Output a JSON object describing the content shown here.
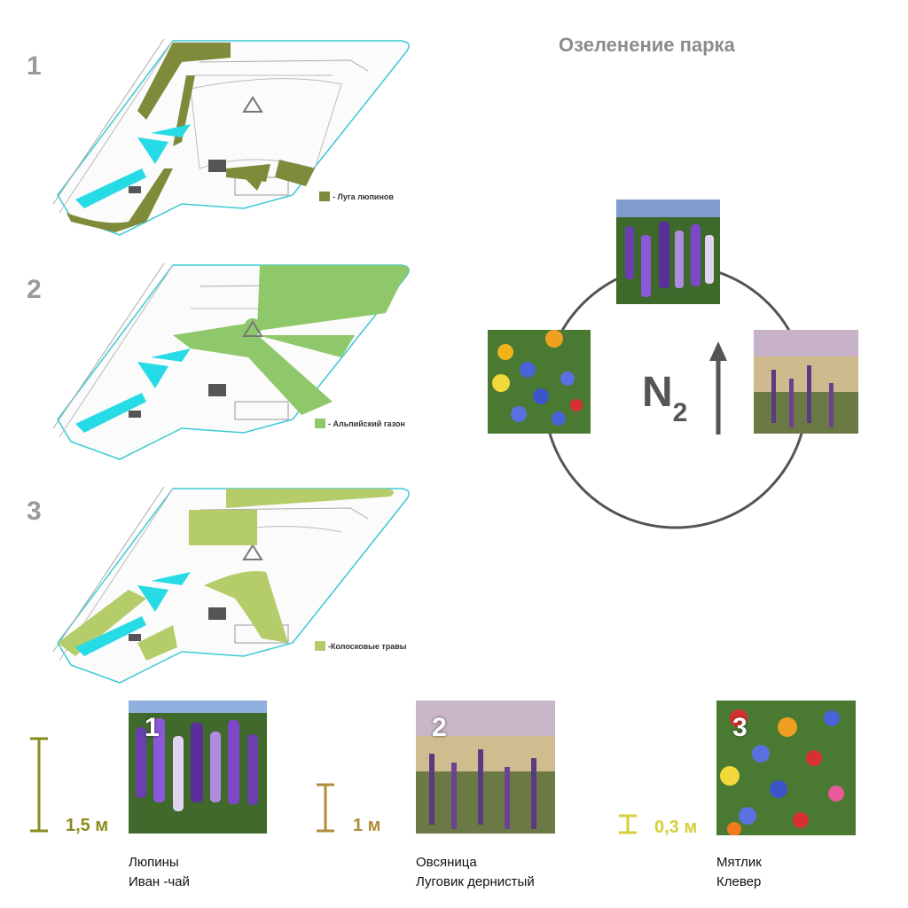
{
  "title": "Озеленение парка",
  "plans": [
    {
      "number": "1",
      "legend": "- Луга люпинов",
      "legend_color": "#7f8a3b"
    },
    {
      "number": "2",
      "legend": "- Альпийский газон",
      "legend_color": "#8fc86a"
    },
    {
      "number": "3",
      "legend": "-Колосковые травы",
      "legend_color": "#b5cc6a"
    }
  ],
  "compass": {
    "symbol": "N",
    "subscript": "2"
  },
  "heights": [
    {
      "number": "1",
      "label": "1,5 м",
      "color": "#8a8b1f",
      "species": [
        "Люпины",
        "Иван -чай"
      ]
    },
    {
      "number": "2",
      "label": "1 м",
      "color": "#b08d3a",
      "species": [
        "Овсяница",
        "Луговик дернистый"
      ]
    },
    {
      "number": "3",
      "label": "0,3 м",
      "color": "#d8cf3a",
      "species": [
        "Мятлик",
        "Клевер"
      ]
    }
  ]
}
